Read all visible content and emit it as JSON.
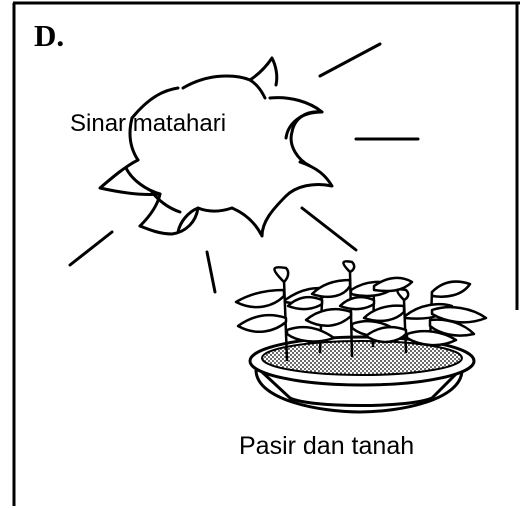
{
  "option_letter": "D.",
  "sun_label": "Sinar matahari",
  "pot_label": "Pasir dan tanah",
  "illustration": {
    "sun_icon": "sun-icon",
    "ray_icon": "sunray-line",
    "plant_icon": "seedling-icon",
    "pot_icon": "pot-icon",
    "soil_icon": "soil-dots"
  }
}
